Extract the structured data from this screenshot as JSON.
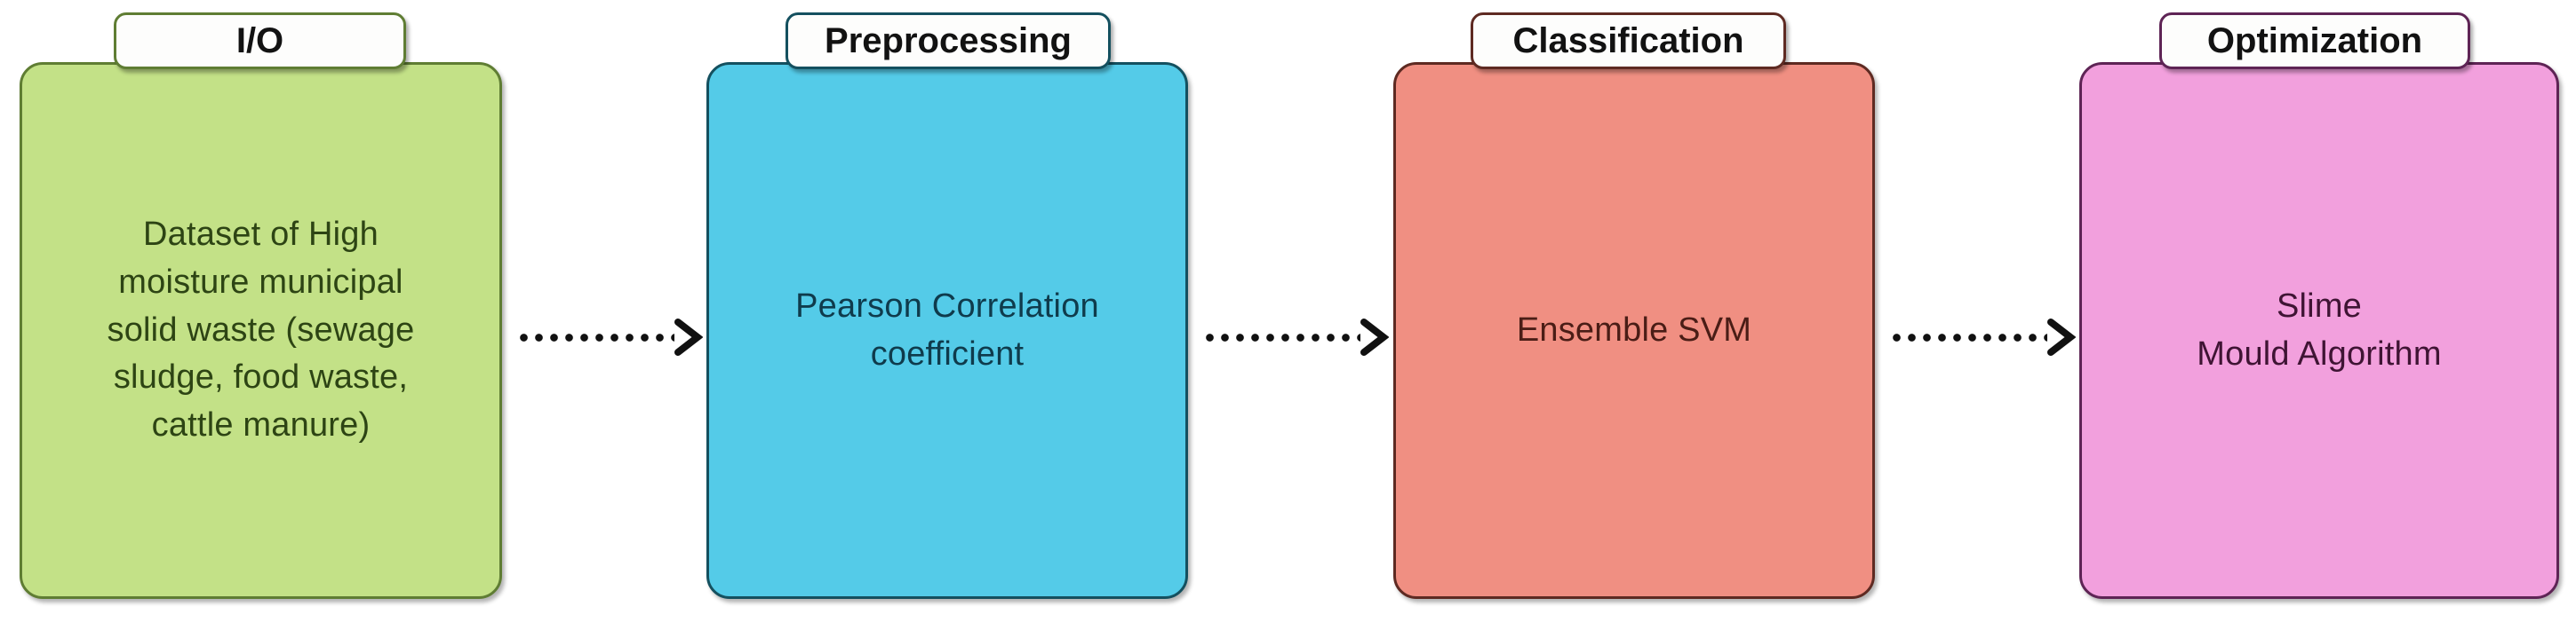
{
  "diagram": {
    "type": "flowchart",
    "orientation": "left-to-right",
    "background_color": "#ffffff",
    "stages": [
      {
        "id": "io",
        "tab_label": "I/O",
        "body_text": "Dataset of High\nmoisture municipal\nsolid waste (sewage\nsludge, food waste,\ncattle manure)",
        "fill_color": "#c3e187",
        "border_color": "#5f7d33",
        "text_color": "#2d4414"
      },
      {
        "id": "preprocessing",
        "tab_label": "Preprocessing",
        "body_text": "Pearson Correlation\ncoefficient",
        "fill_color": "#54cbe8",
        "border_color": "#14505f",
        "text_color": "#0f3b4c"
      },
      {
        "id": "classification",
        "tab_label": "Classification",
        "body_text": "Ensemble SVM",
        "fill_color": "#f08f82",
        "border_color": "#5e2a22",
        "text_color": "#4a1d16"
      },
      {
        "id": "optimization",
        "tab_label": "Optimization",
        "body_text": "Slime\nMould Algorithm",
        "fill_color": "#f2a0dd",
        "border_color": "#5e2455",
        "text_color": "#3f1434"
      }
    ],
    "connectors": [
      {
        "id": "io-to-preprocessing",
        "from": "io",
        "to": "preprocessing",
        "style": "dotted",
        "arrowhead": "open-chevron",
        "color": "#111111"
      },
      {
        "id": "preprocessing-to-classification",
        "from": "preprocessing",
        "to": "classification",
        "style": "dotted",
        "arrowhead": "open-chevron",
        "color": "#111111"
      },
      {
        "id": "classification-to-optimization",
        "from": "classification",
        "to": "optimization",
        "style": "dotted",
        "arrowhead": "open-chevron",
        "color": "#111111"
      }
    ]
  }
}
